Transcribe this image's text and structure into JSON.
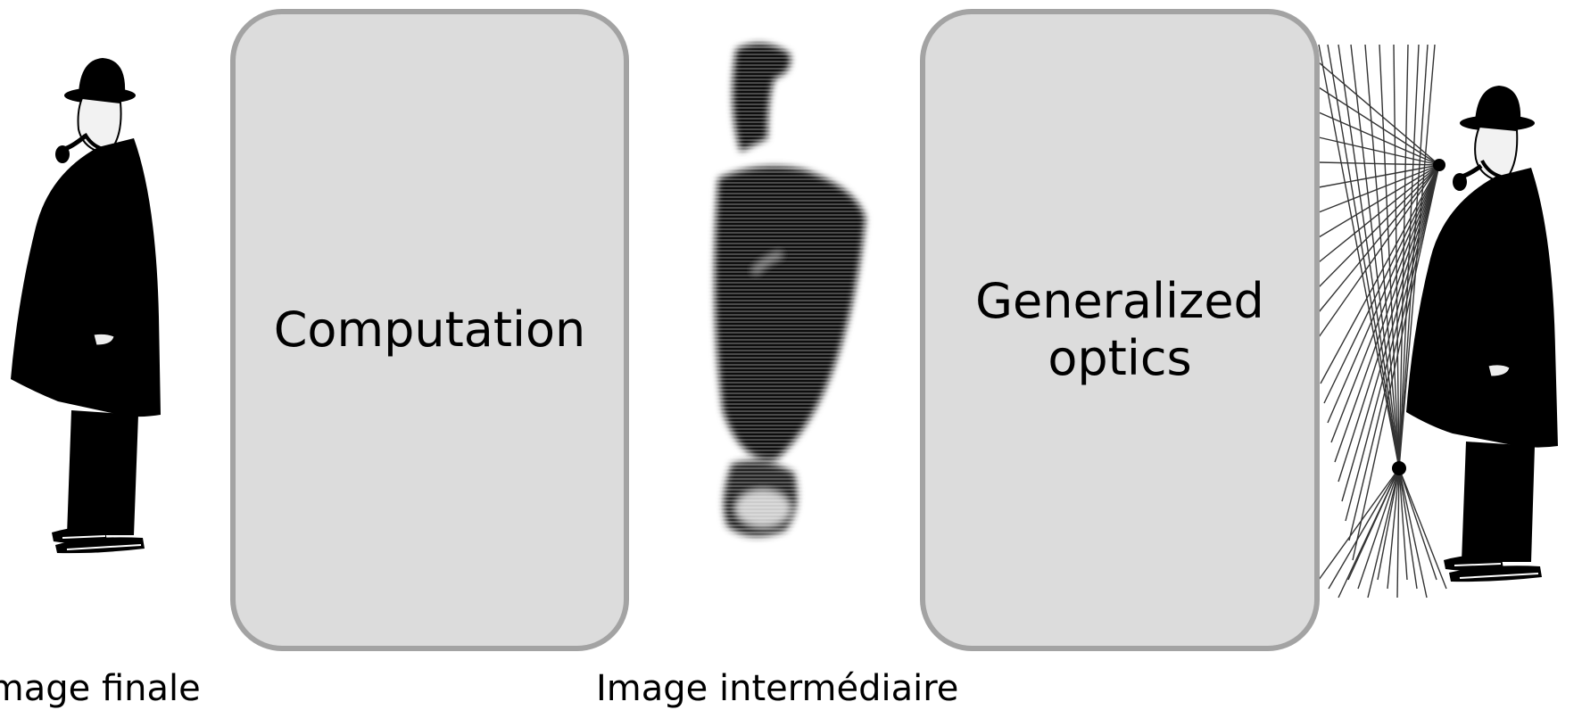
{
  "boxes": {
    "computation": "Computation",
    "optics": "Generalized\noptics"
  },
  "captions": {
    "final": "Image finale",
    "intermediate": "Image intermédiaire"
  },
  "colors": {
    "box_fill": "#dcdcdc",
    "box_border": "#a3a3a3"
  }
}
